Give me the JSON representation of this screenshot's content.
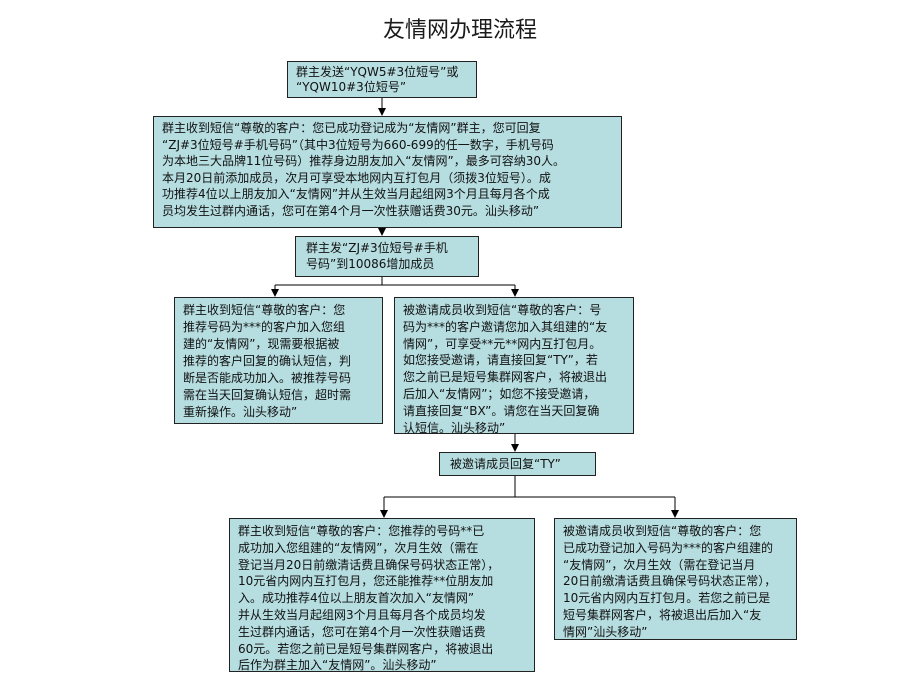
{
  "title": "友情网办理流程",
  "steps": {
    "s1": "群主发送“YQW5#3位短号”或\n“YQW10#3位短号”",
    "s2": "群主收到短信“尊敬的客户：您已成功登记成为“友情网”群主，您可回复\n“ZJ#3位短号#手机号码”（其中3位短号为660-699的任一数字，手机号码\n为本地三大品牌11位号码）推荐身边朋友加入“友情网”，最多可容纳30人。\n本月20日前添加成员，次月可享受本地网内互打包月（须拨3位短号）。成\n功推荐4位以上朋友加入“友情网”并从生效当月起组网3个月且每月各个成\n员均发生过群内通话，您可在第4个月一次性获赠话费30元。汕头移动”",
    "s3": "群主发“ZJ#3位短号#手机\n号码”到10086增加成员",
    "s4a": "群主收到短信“尊敬的客户：您\n推荐号码为***的客户加入您组\n建的“友情网”，现需要根据被\n推荐的客户回复的确认短信，判\n断是否能成功加入。被推荐号码\n需在当天回复确认短信，超时需\n重新操作。汕头移动”",
    "s4b": "被邀请成员收到短信“尊敬的客户：号\n码为***的客户邀请您加入其组建的“友\n情网”，可享受**元**网内互打包月。\n如您接受邀请，请直接回复“TY”，若\n您之前已是短号集群网客户，将被退出\n后加入“友情网”；如您不接受邀请，\n请直接回复“BX”。请您在当天回复确\n认短信。汕头移动”",
    "s5": "被邀请成员回复“TY”",
    "s6a": "群主收到短信“尊敬的客户：您推荐的号码**已\n成功加入您组建的“友情网”，次月生效（需在\n登记当月20日前缴清话费且确保号码状态正常），\n10元省内网内互打包月，您还能推荐**位朋友加\n入。成功推荐4位以上朋友首次加入“友情网”\n并从生效当月起组网3个月且每月各个成员均发\n生过群内通话，您可在第4个月一次性获赠话费\n60元。若您之前已是短号集群网客户，将被退出\n后作为群主加入“友情网”。汕头移动”",
    "s6b": "被邀请成员收到短信“尊敬的客户：您\n已成功登记加入号码为***的客户组建的\n“友情网”，次月生效（需在登记当月\n20日前缴清话费且确保号码状态正常），\n10元省内网内互打包月。若您之前已是\n短号集群网客户，将被退出后加入“友\n情网”汕头移动”"
  },
  "colors": {
    "box_fill": "#b6dde0",
    "border": "#222222",
    "line": "#000000"
  }
}
